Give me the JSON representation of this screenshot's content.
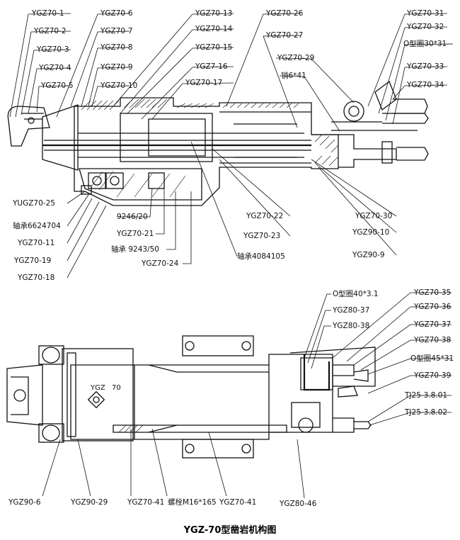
{
  "title": "YGZ-70型凿岩机构图",
  "body_text": {
    "model_stamp_left": "YGZ",
    "model_stamp_right": "70"
  },
  "labels_top": [
    {
      "id": "ygz70-1",
      "text": "YGZ70-1"
    },
    {
      "id": "ygz70-2",
      "text": "YGZ70-2"
    },
    {
      "id": "ygz70-3",
      "text": "YGZ70-3"
    },
    {
      "id": "ygz70-4",
      "text": "YGZ70-4"
    },
    {
      "id": "ygz70-5",
      "text": "YGZ70-5"
    },
    {
      "id": "ygz70-6",
      "text": "YGZ70-6"
    },
    {
      "id": "ygz70-7",
      "text": "YGZ70-7"
    },
    {
      "id": "ygz70-8",
      "text": "YGZ70-8"
    },
    {
      "id": "ygz70-9",
      "text": "YGZ70-9"
    },
    {
      "id": "ygz70-10",
      "text": "YGZ70-10"
    },
    {
      "id": "ygz70-13",
      "text": "YGZ70-13"
    },
    {
      "id": "ygz70-14",
      "text": "YGZ70-14"
    },
    {
      "id": "ygz70-15",
      "text": "YGZ70-15"
    },
    {
      "id": "ygz7-16",
      "text": "YGZ7-16"
    },
    {
      "id": "ygz70-17",
      "text": "YGZ70-17"
    },
    {
      "id": "ygz70-26",
      "text": "YGZ70-26"
    },
    {
      "id": "ygz70-27",
      "text": "YGZ70-27"
    },
    {
      "id": "ygz70-29",
      "text": "YGZ70-29"
    },
    {
      "id": "pin-6x41",
      "text": "销6*41"
    },
    {
      "id": "ygz70-31",
      "text": "YGZ70-31"
    },
    {
      "id": "ygz70-32",
      "text": "YGZ70-32"
    },
    {
      "id": "oring-30x31",
      "text": "O型圈30*31"
    },
    {
      "id": "ygz70-33",
      "text": "YGZ70-33"
    },
    {
      "id": "ygz70-34",
      "text": "YGZ70-34"
    },
    {
      "id": "yugz70-25",
      "text": "YUGZ70-25"
    },
    {
      "id": "bearing-6624704",
      "text": "轴承6624704"
    },
    {
      "id": "ygz70-11",
      "text": "YGZ70-11"
    },
    {
      "id": "ygz70-19",
      "text": "YGZ70-19"
    },
    {
      "id": "ygz70-18",
      "text": "YGZ70-18"
    },
    {
      "id": "p9246-20",
      "text": "9246/20"
    },
    {
      "id": "ygz70-21",
      "text": "YGZ70-21"
    },
    {
      "id": "bearing-9243-50",
      "text": "轴承 9243/50"
    },
    {
      "id": "ygz70-24",
      "text": "YGZ70-24"
    },
    {
      "id": "bearing-4084105",
      "text": "轴承4084105"
    },
    {
      "id": "ygz70-22",
      "text": "YGZ70-22"
    },
    {
      "id": "ygz70-23",
      "text": "YGZ70-23"
    },
    {
      "id": "ygz70-30",
      "text": "YGZ70-30"
    },
    {
      "id": "ygz90-10",
      "text": "YGZ90-10"
    },
    {
      "id": "ygz90-9",
      "text": "YGZ90-9"
    }
  ],
  "labels_bottom": [
    {
      "id": "oring-40x31",
      "text": "O型圈40*3.1"
    },
    {
      "id": "ygz80-37",
      "text": "YGZ80-37"
    },
    {
      "id": "ygz80-38",
      "text": "YGZ80-38"
    },
    {
      "id": "ygz70-35",
      "text": "YGZ70-35"
    },
    {
      "id": "ygz70-36",
      "text": "YGZ70-36"
    },
    {
      "id": "ygz70-37",
      "text": "YGZ70-37"
    },
    {
      "id": "ygz70-38",
      "text": "YGZ70-38"
    },
    {
      "id": "oring-45x31",
      "text": "O型圈45*31"
    },
    {
      "id": "ygz70-39",
      "text": "YGZ70-39"
    },
    {
      "id": "tj25-3801",
      "text": "TJ25-3.8.01"
    },
    {
      "id": "tj25-3802",
      "text": "TJ25-3.8.02"
    },
    {
      "id": "ygz90-6",
      "text": "YGZ90-6"
    },
    {
      "id": "ygz90-29",
      "text": "YGZ90-29"
    },
    {
      "id": "ygz70-41a",
      "text": "YGZ70-41"
    },
    {
      "id": "bolt-m16x165",
      "text": "螺栓M16*165"
    },
    {
      "id": "ygz70-41b",
      "text": "YGZ70-41"
    },
    {
      "id": "ygz80-46",
      "text": "YGZ80-46"
    }
  ]
}
